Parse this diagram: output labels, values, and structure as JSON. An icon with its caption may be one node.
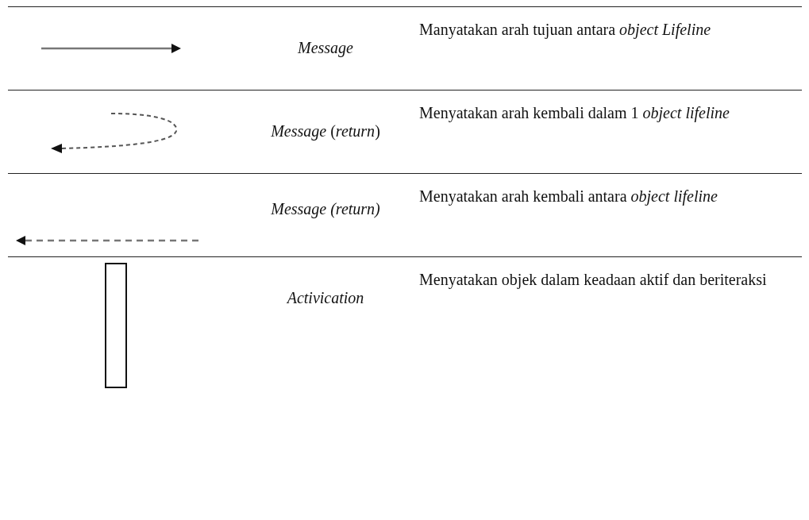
{
  "diagram": {
    "labels": [
      "Message",
      "Manyatakan arah tujuan antara *object Lifeline*",
      "*Message* (*return*)",
      "Menyatakan arah kembali dalam 1 *object lifeline*",
      "Message (return)",
      "Menyatakan arah kembali antara *object lifeline*",
      "Activication",
      "Menyatakan objek dalam keadaan aktif dan beriteraksi"
    ]
  }
}
